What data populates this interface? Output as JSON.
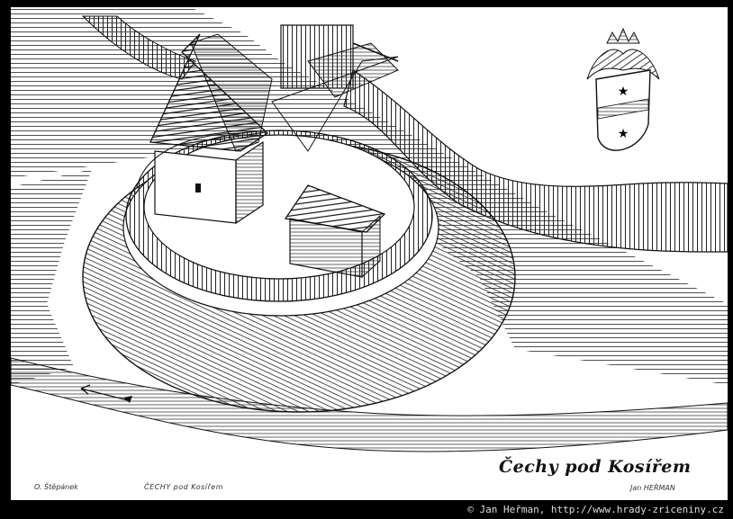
{
  "drawing": {
    "title": "Čechy pod Kosířem",
    "credit_left": "O. Štěpánek",
    "credit_middle": "ČECHY pod Kosířem",
    "credit_right": "Jan HEŘMAN"
  },
  "footer": {
    "copyright": "© Jan Heřman, http://www.hrady-zriceniny.cz"
  },
  "colors": {
    "ink": "#111111",
    "paper": "#ffffff",
    "border": "#000000"
  }
}
